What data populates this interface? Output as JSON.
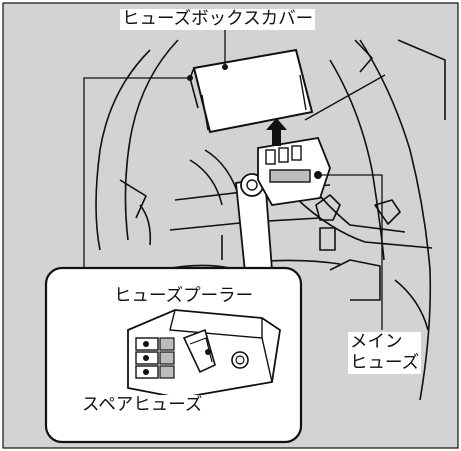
{
  "labels": {
    "fuse_box_cover": "ヒューズボックスカバー",
    "fuse_puller": "ヒューズプーラー",
    "spare_fuses": "スペアヒューズ",
    "main_fuse_line1": "メイン",
    "main_fuse_line2": "ヒューズ"
  },
  "colors": {
    "background": "#d3d3d3",
    "line": "#111111",
    "part_fill": "#ffffff",
    "part_shade": "#bdbdbd"
  }
}
